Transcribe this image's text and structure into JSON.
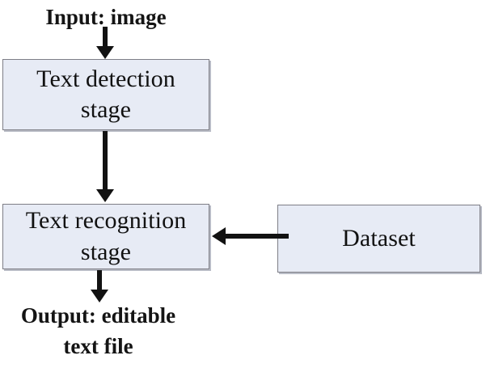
{
  "diagram": {
    "title": "Text recognition pipeline flowchart",
    "background_color": "#ffffff",
    "box_fill_color": "#e7ebf5",
    "box_border_color": "#7e7e86",
    "arrow_color": "#121212",
    "text_color": "#141414"
  },
  "labels": {
    "input": "Input: image",
    "output": "Output: editable\ntext file"
  },
  "nodes": [
    {
      "id": "detection",
      "label": "Text detection\nstage"
    },
    {
      "id": "recognition",
      "label": "Text recognition\nstage"
    },
    {
      "id": "dataset",
      "label": "Dataset"
    }
  ],
  "edges": [
    {
      "id": "input-to-detection",
      "from": "input",
      "to": "detection",
      "direction": "down"
    },
    {
      "id": "detection-to-recognition",
      "from": "detection",
      "to": "recognition",
      "direction": "down"
    },
    {
      "id": "recognition-to-output",
      "from": "recognition",
      "to": "output",
      "direction": "down"
    },
    {
      "id": "dataset-to-recognition",
      "from": "dataset",
      "to": "recognition",
      "direction": "left"
    }
  ]
}
